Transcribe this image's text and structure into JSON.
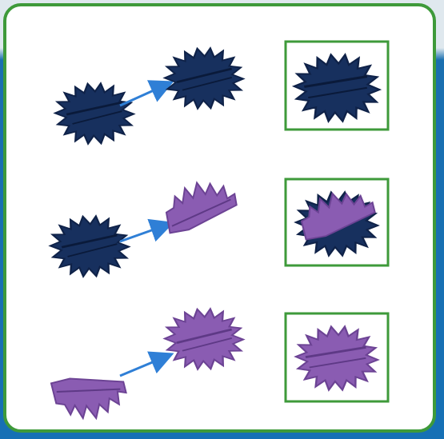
{
  "colors": {
    "frame_border": "#3e9a3a",
    "background_top": "#dfe8ee",
    "background_main": "#1670b5",
    "panel": "#ffffff",
    "navy_piece": "#17305e",
    "navy_piece_dark": "#0f2248",
    "purple_piece": "#8a5cb2",
    "purple_piece_dark": "#6c4394",
    "arrow": "#2f7fd6"
  },
  "rows": [
    {
      "left_piece": "navy-gear-piece",
      "right_piece": "navy-gear-piece",
      "result": "navy-combined-gear",
      "arrow_icon": "blue-arrow-icon"
    },
    {
      "left_piece": "navy-gear-piece",
      "right_piece": "purple-half-piece",
      "result": "navy-purple-combined",
      "arrow_icon": "blue-arrow-icon"
    },
    {
      "left_piece": "purple-half-piece",
      "right_piece": "purple-gear-piece",
      "result": "purple-combined-gear",
      "arrow_icon": "blue-arrow-icon"
    }
  ]
}
